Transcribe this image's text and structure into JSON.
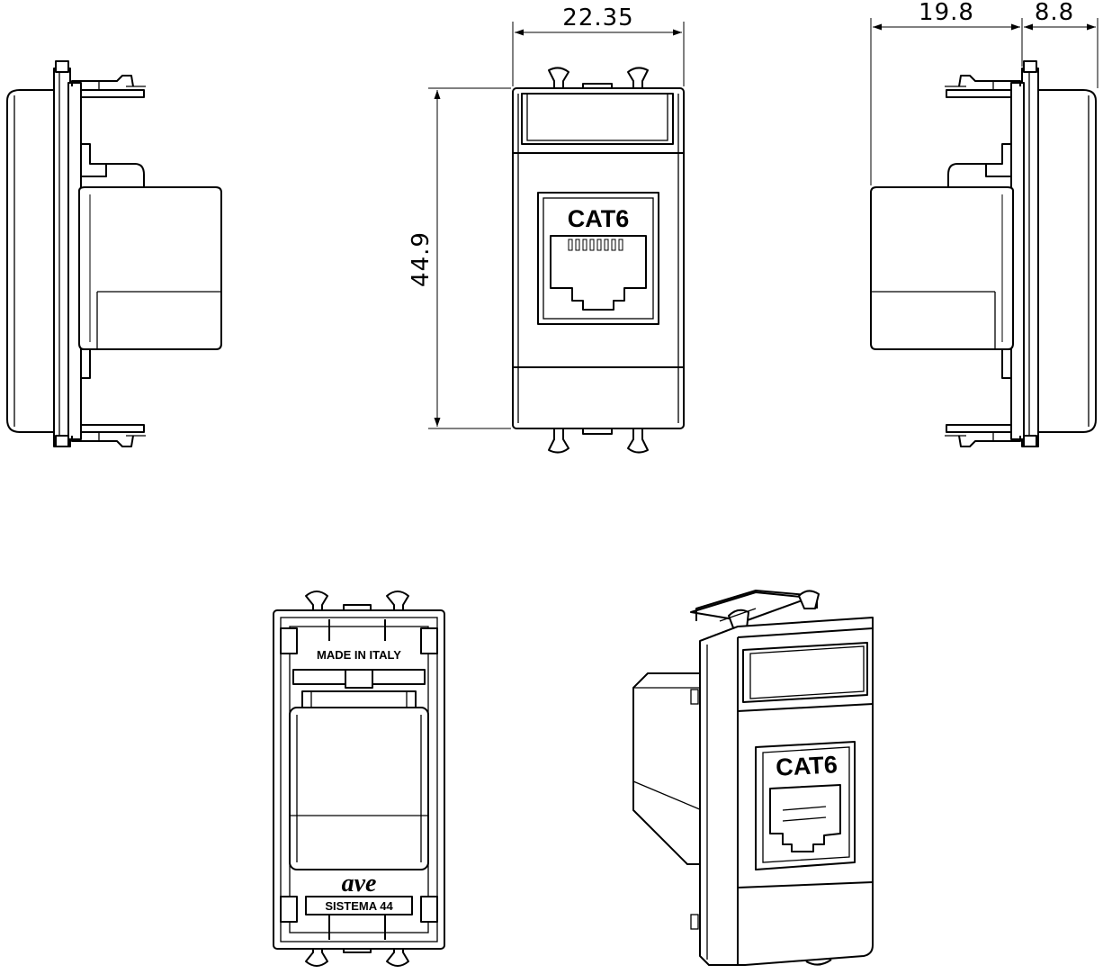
{
  "dimensions": {
    "front_width": "22.35",
    "front_height": "44.9",
    "side_depth": "19.8",
    "side_front": "8.8"
  },
  "labels": {
    "front_jack": "CAT6",
    "iso_jack": "CAT6",
    "rear_made_in": "MADE IN ITALY",
    "rear_logo": "ave",
    "rear_series": "SISTEMA 44"
  }
}
